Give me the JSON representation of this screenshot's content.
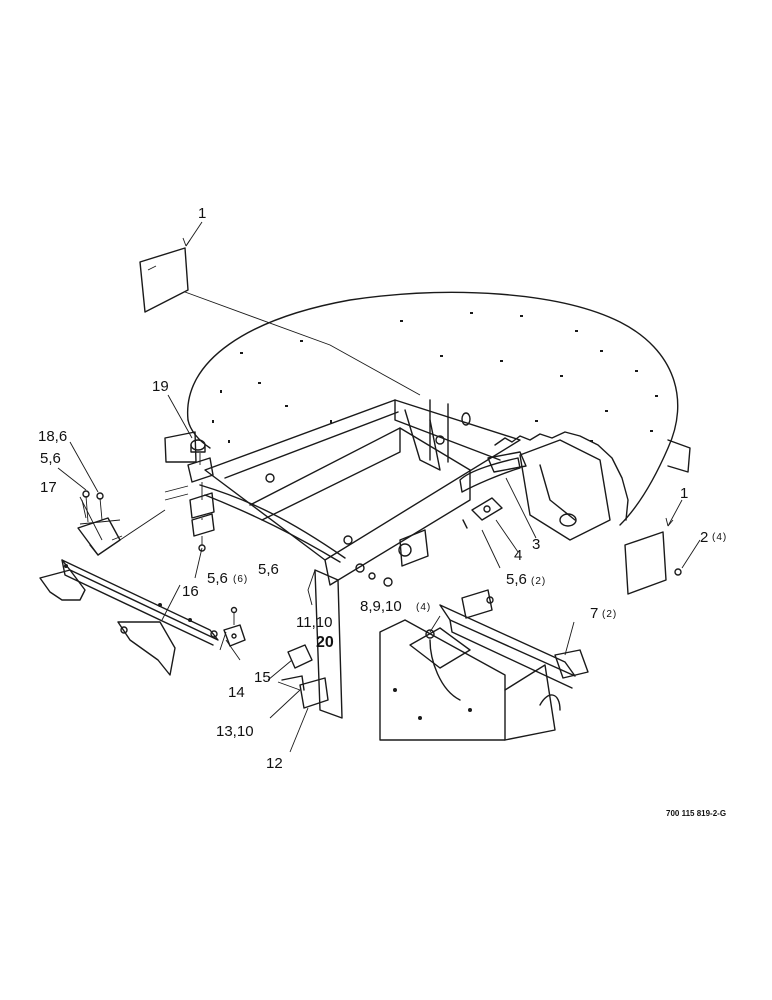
{
  "diagram": {
    "reference_number": "700 115 819-2-G",
    "callouts": [
      {
        "id": "c1a",
        "label": "1",
        "qty": ""
      },
      {
        "id": "c1b",
        "label": "1",
        "qty": ""
      },
      {
        "id": "c2",
        "label": "2",
        "qty": "(4)"
      },
      {
        "id": "c3",
        "label": "3",
        "qty": ""
      },
      {
        "id": "c4",
        "label": "4",
        "qty": ""
      },
      {
        "id": "c5_6a",
        "label": "5,6",
        "qty": "(2)"
      },
      {
        "id": "c5_6b",
        "label": "5,6",
        "qty": "(6)"
      },
      {
        "id": "c5_6c",
        "label": "5,6",
        "qty": ""
      },
      {
        "id": "c5_6d",
        "label": "5,6",
        "qty": ""
      },
      {
        "id": "c7",
        "label": "7",
        "qty": "(2)"
      },
      {
        "id": "c8_9_10",
        "label": "8,9,10",
        "qty": "(4)"
      },
      {
        "id": "c11_10",
        "label": "11,10",
        "qty": ""
      },
      {
        "id": "c12",
        "label": "12",
        "qty": ""
      },
      {
        "id": "c13_10",
        "label": "13,10",
        "qty": ""
      },
      {
        "id": "c14",
        "label": "14",
        "qty": ""
      },
      {
        "id": "c15",
        "label": "15",
        "qty": ""
      },
      {
        "id": "c16",
        "label": "16",
        "qty": ""
      },
      {
        "id": "c17",
        "label": "17",
        "qty": ""
      },
      {
        "id": "c18_6",
        "label": "18,6",
        "qty": ""
      },
      {
        "id": "c19",
        "label": "19",
        "qty": ""
      },
      {
        "id": "c20",
        "label": "20",
        "qty": ""
      }
    ]
  }
}
